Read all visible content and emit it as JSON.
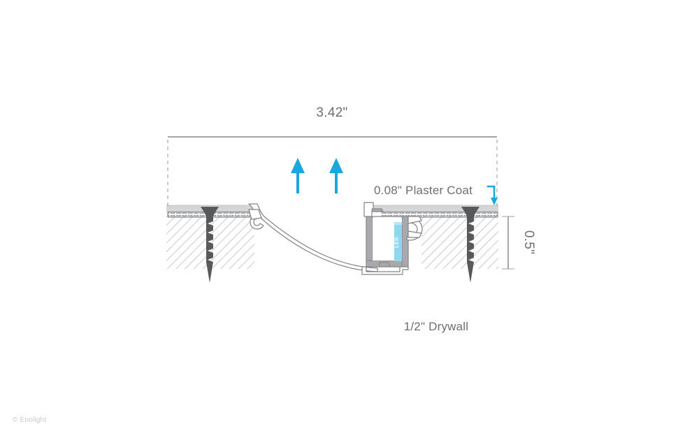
{
  "figure": {
    "title": "Recessed plaster-in LED channel wall section detail",
    "background_color": "#ffffff"
  },
  "dimensions": {
    "width_label": "3.42\"",
    "depth_label": "0.5\"",
    "line_color": "#6d6e71",
    "extension_style": "dashed"
  },
  "annotations": {
    "plaster_coat": "0.08\" Plaster Coat",
    "drywall": "1/2\" Drywall",
    "led_strip": "LED"
  },
  "light_arrows": {
    "count": 2,
    "direction": "up",
    "color": "#1aa7dd"
  },
  "leader": {
    "color": "#1aa7dd",
    "direction": "down"
  },
  "colors": {
    "accent_blue": "#1aa7dd",
    "led_blue": "#8fd7f0",
    "plaster_gray": "#d4d5d6",
    "metal_gray": "#a7a9ac",
    "outline_gray": "#808285",
    "hatch_gray": "#b1b3b5",
    "screw_dark": "#58595b",
    "text_gray": "#6d6e71",
    "copyright_gray": "#c7c7c7"
  },
  "footer": {
    "copyright": "© Enolight"
  }
}
